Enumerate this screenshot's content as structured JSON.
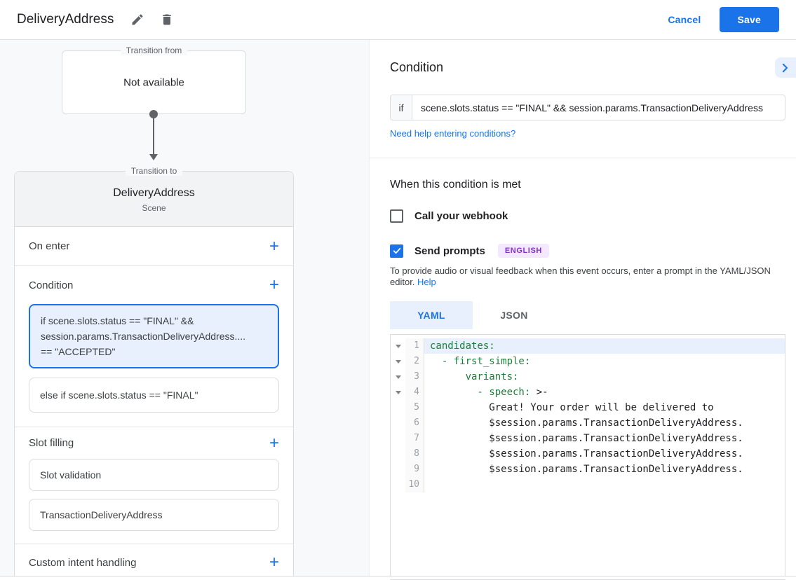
{
  "header": {
    "title": "DeliveryAddress",
    "cancel_label": "Cancel",
    "save_label": "Save"
  },
  "flow": {
    "transition_from": {
      "label": "Transition from",
      "value": "Not available"
    },
    "transition_to": {
      "label": "Transition to",
      "name": "DeliveryAddress",
      "type": "Scene"
    },
    "sections": {
      "on_enter": "On enter",
      "condition": "Condition",
      "slot_filling": "Slot filling",
      "custom_intent": "Custom intent handling"
    },
    "conditions": [
      {
        "selected": true,
        "lines": [
          "if scene.slots.status == \"FINAL\" &&",
          "session.params.TransactionDeliveryAddress....",
          "== \"ACCEPTED\""
        ]
      },
      {
        "selected": false,
        "lines": [
          "else if scene.slots.status == \"FINAL\""
        ]
      }
    ],
    "slots": [
      "Slot validation",
      "TransactionDeliveryAddress"
    ]
  },
  "condition_panel": {
    "heading": "Condition",
    "if_label": "if",
    "expression": "scene.slots.status == \"FINAL\" && session.params.TransactionDeliveryAddress",
    "help_link": "Need help entering conditions?"
  },
  "when_met": {
    "heading": "When this condition is met",
    "webhook_label": "Call your webhook",
    "webhook_checked": false,
    "prompts_label": "Send prompts",
    "prompts_checked": true,
    "language_badge": "ENGLISH",
    "description": "To provide audio or visual feedback when this event occurs, enter a prompt in the YAML/JSON editor.",
    "help_label": "Help"
  },
  "editor": {
    "tabs": [
      {
        "label": "YAML",
        "active": true
      },
      {
        "label": "JSON",
        "active": false
      }
    ],
    "lines": [
      {
        "n": 1,
        "fold": true,
        "highlight": true,
        "green": "candidates:",
        "dark": ""
      },
      {
        "n": 2,
        "fold": true,
        "highlight": false,
        "green": "  - first_simple:",
        "dark": ""
      },
      {
        "n": 3,
        "fold": true,
        "highlight": false,
        "green": "      variants:",
        "dark": ""
      },
      {
        "n": 4,
        "fold": true,
        "highlight": false,
        "green": "        - speech:",
        "dark": " >-"
      },
      {
        "n": 5,
        "fold": false,
        "highlight": false,
        "green": "",
        "dark": "          Great! Your order will be delivered to"
      },
      {
        "n": 6,
        "fold": false,
        "highlight": false,
        "green": "",
        "dark": "          $session.params.TransactionDeliveryAddress."
      },
      {
        "n": 7,
        "fold": false,
        "highlight": false,
        "green": "",
        "dark": "          $session.params.TransactionDeliveryAddress."
      },
      {
        "n": 8,
        "fold": false,
        "highlight": false,
        "green": "",
        "dark": "          $session.params.TransactionDeliveryAddress."
      },
      {
        "n": 9,
        "fold": false,
        "highlight": false,
        "green": "",
        "dark": "          $session.params.TransactionDeliveryAddress."
      },
      {
        "n": 10,
        "fold": false,
        "highlight": false,
        "green": "",
        "dark": ""
      }
    ]
  },
  "colors": {
    "accent": "#1a73e8",
    "accent_bg": "#e8f0fe",
    "code_green": "#188038",
    "badge_bg": "#f3e8fd",
    "badge_text": "#8430ce",
    "selected_condition_bg": "#e8f0fe"
  }
}
